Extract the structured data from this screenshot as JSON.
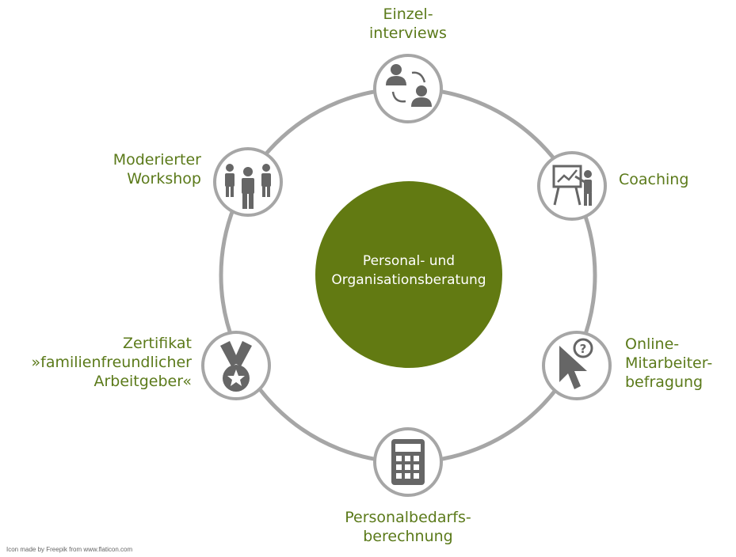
{
  "center": {
    "line1": "Personal- und",
    "line2": "Organisationsberatung",
    "color": "#627a12"
  },
  "nodes": [
    {
      "id": "einzelinterviews",
      "icon": "two-people-exchange-icon",
      "lines": [
        "Einzel-",
        "interviews"
      ]
    },
    {
      "id": "coaching",
      "icon": "presentation-board-icon",
      "lines": [
        "Coaching"
      ]
    },
    {
      "id": "online-mitarbeiterbefragung",
      "icon": "cursor-question-icon",
      "lines": [
        "Online-",
        "Mitarbeiter-",
        "befragung"
      ]
    },
    {
      "id": "personalbedarfsberechnung",
      "icon": "calculator-icon",
      "lines": [
        "Personalbedarfs-",
        "berechnung"
      ]
    },
    {
      "id": "zertifikat",
      "icon": "medal-icon",
      "lines": [
        "Zertifikat",
        "»familienfreundlicher",
        "Arbeitgeber«"
      ]
    },
    {
      "id": "moderierter-workshop",
      "icon": "group-people-icon",
      "lines": [
        "Moderierter",
        "Workshop"
      ]
    }
  ],
  "colors": {
    "label": "#5b7a1a",
    "ring": "#a6a6a6",
    "icon": "#666666"
  },
  "credit": "Icon made by Freepik from www.flaticon.com"
}
